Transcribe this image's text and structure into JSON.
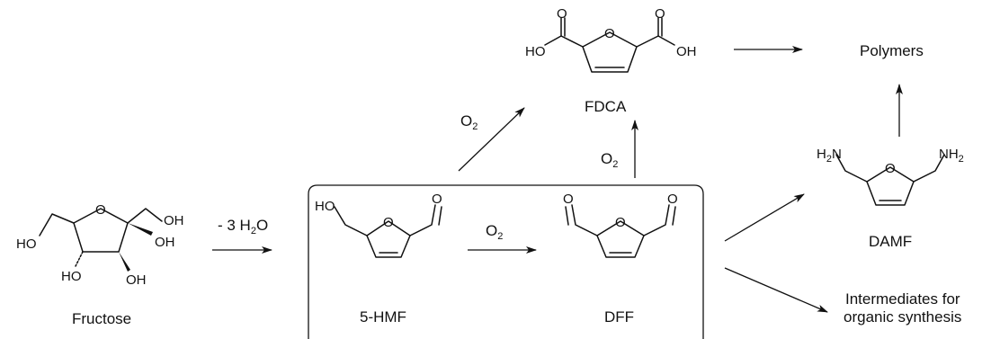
{
  "compounds": {
    "fructose": "Fructose",
    "hmf": "5-HMF",
    "dff": "DFF",
    "fdca": "FDCA",
    "damf": "DAMF"
  },
  "products": {
    "polymers": "Polymers",
    "intermediates_line1": "Intermediates for",
    "intermediates_line2": "organic synthesis"
  },
  "reagents": {
    "dehydration_prefix": "- 3 H",
    "dehydration_sub": "2",
    "dehydration_suffix": "O",
    "oxygen": "O",
    "oxygen_sub": "2"
  },
  "atoms": {
    "oxygen": "O",
    "hydroxyl_right": "OH",
    "hydroxyl_left": "HO",
    "amine_h": "H",
    "amine_n": "N",
    "amine_sub": "2",
    "amine_nh": "NH"
  }
}
